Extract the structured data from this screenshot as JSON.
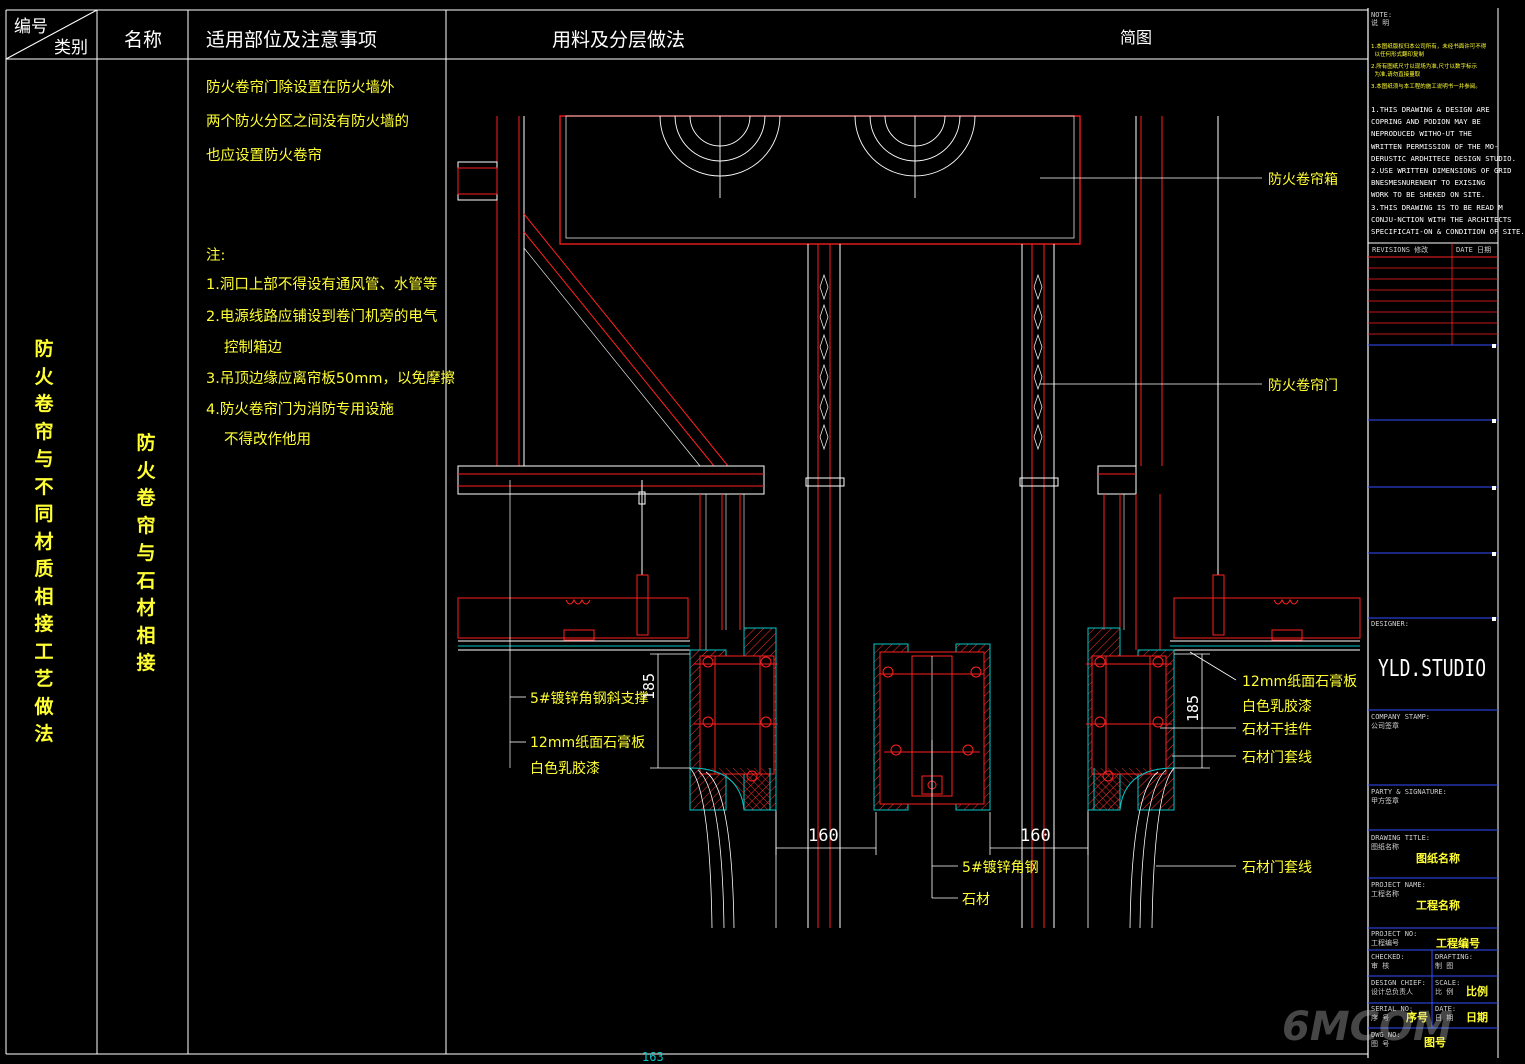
{
  "header": {
    "code_label": "编号",
    "category_label": "类别",
    "name_label": "名称",
    "scope_label": "适用部位及注意事项",
    "method_label": "用料及分层做法",
    "sketch_label": "简图"
  },
  "row": {
    "category": "防火卷帘与不同材质相接工艺做法",
    "name": "防火卷帘与石材相接",
    "scope_lines": [
      "防火卷帘门除设置在防火墙外",
      "两个防火分区之间没有防火墙的",
      "也应设置防火卷帘"
    ],
    "notes_title": "注:",
    "notes": [
      "1.洞口上部不得设有通风管、水管等",
      "2.电源线路应铺设到卷门机旁的电气",
      "控制箱边",
      "3.吊顶边缘应离帘板50mm，以免摩擦",
      "4.防火卷帘门为消防专用设施",
      "不得改作他用"
    ]
  },
  "drawing": {
    "labels": {
      "box": "防火卷帘箱",
      "door": "防火卷帘门",
      "left_support": "5#镀锌角钢斜支撑",
      "left_board_1": "12mm纸面石膏板",
      "left_board_2": "白色乳胶漆",
      "right_board_1": "12mm纸面石膏板",
      "right_board_2": "白色乳胶漆",
      "right_hanger": "石材干挂件",
      "right_trim_1": "石材门套线",
      "right_trim_2": "石材门套线",
      "center_angle": "5#镀锌角钢",
      "center_stone": "石材"
    },
    "dims": {
      "left_185": "185",
      "right_185": "185",
      "left_160": "160",
      "right_160": "160"
    },
    "page_number": "163"
  },
  "title_block": {
    "note_head": "NOTE:",
    "note_sub": "说 明",
    "cn_notes": [
      "1.本图纸版权归本公司所有，未经书面许可不得",
      "  以任何形式翻印复制",
      "2.所有图纸尺寸以现场为准,尺寸以数字标示",
      "  为准,请勿直接量取",
      "3.本图纸须与本工程的施工说明书一并参阅。"
    ],
    "en_notes": [
      "1.THIS DRAWING & DESIGN ARE",
      " COPRING AND PODION MAY BE",
      " NEPRODUCED WITHO-UT THE",
      " WRITTEN PERMISSION OF THE MO-",
      " DERUSTIC ARDHITECE DESIGN STUDIO.",
      "2.USE WRITTEN DIMENSIONS OF GRID",
      " BNESMESNURENENT TO EXISING",
      " WORK TO BE SHEKED ON SITE.",
      "3.THIS DRAWING IS TO BE READ M",
      " CONJU-NCTION WITH THE ARCHITECTS",
      " SPECIFICATI-ON & CONDITION OF SITE."
    ],
    "revisions": "REVISIONS 修改",
    "date": "DATE 日期",
    "designer_label": "DESIGNER:",
    "studio": "YLD.STUDIO",
    "company_stamp": "COMPANY STAMP:",
    "company_stamp_cn": "公司签章",
    "party": "PARTY & SIGNATURE:",
    "party_cn": "甲方签章",
    "drawing_title": "DRAWING TITLE:",
    "drawing_title_cn": "图纸名称",
    "drawing_title_value": "图纸名称",
    "project_name": "PROJECT NAME:",
    "project_name_cn": "工程名称",
    "project_name_value": "工程名称",
    "project_no": "PROJECT NO:",
    "project_no_cn": "工程编号",
    "project_no_value": "工程编号",
    "checked": "CHECKED:",
    "checked_cn": "审 核",
    "drafting": "DRAFTING:",
    "drafting_cn": "制 图",
    "design_chief": "DESIGN CHIEF:",
    "design_chief_cn": "设计总负责人",
    "scale": "SCALE:",
    "scale_cn": "比 例",
    "scale_value": "比例",
    "serial_no": "SERIAL NO:",
    "serial_cn": "序 号",
    "serial_value": "序号",
    "date2": "DATE:",
    "date2_cn": "日 期",
    "date2_value": "日期",
    "dwg_no": "DWG NO:",
    "dwg_cn": "图 号",
    "dwg_value": "图号"
  },
  "watermark": "6MCOM",
  "colors": {
    "background": "#000000",
    "line_white": "#ffffff",
    "line_red": "#ff2020",
    "line_cyan": "#00c8c8",
    "text_yellow": "#ffff33",
    "tb_blue": "#3050ff"
  }
}
